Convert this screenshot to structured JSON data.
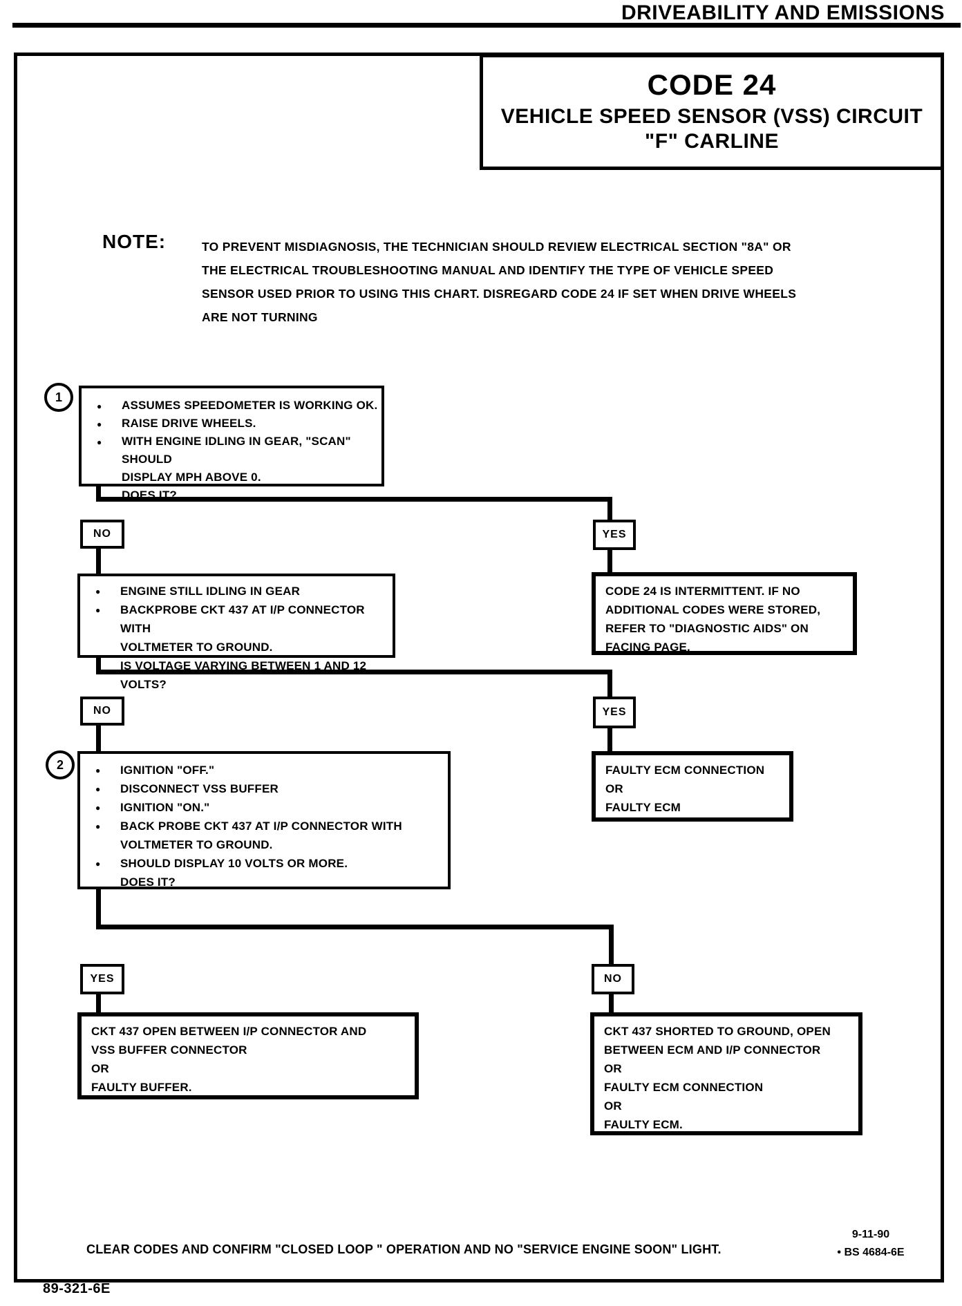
{
  "page": {
    "header": "DRIVEABILITY AND EMISSIONS",
    "page_code": "89-321-6E"
  },
  "title_box": {
    "code": "CODE 24",
    "line1": "VEHICLE SPEED SENSOR (VSS) CIRCUIT",
    "line2": "\"F\"  CARLINE"
  },
  "note": {
    "label": "NOTE:",
    "lines": [
      "TO PREVENT MISDIAGNOSIS, THE TECHNICIAN SHOULD REVIEW ELECTRICAL SECTION \"8A\" OR",
      "THE ELECTRICAL TROUBLESHOOTING MANUAL AND IDENTIFY THE TYPE OF VEHICLE SPEED",
      "SENSOR USED PRIOR TO USING THIS CHART.  DISREGARD CODE 24 IF SET WHEN DRIVE WHEELS",
      "ARE NOT TURNING"
    ]
  },
  "flow": {
    "step1": {
      "number": "1",
      "lines": [
        {
          "bullet": true,
          "text": "ASSUMES SPEEDOMETER IS WORKING OK."
        },
        {
          "bullet": true,
          "text": "RAISE DRIVE WHEELS."
        },
        {
          "bullet": true,
          "text": "WITH ENGINE IDLING IN GEAR, \"SCAN\" SHOULD"
        },
        {
          "bullet": false,
          "text": "DISPLAY MPH ABOVE 0."
        },
        {
          "bullet": false,
          "text": "DOES IT?"
        }
      ]
    },
    "branch1": {
      "left": "NO",
      "right": "YES"
    },
    "step1b": {
      "lines": [
        {
          "bullet": true,
          "text": "ENGINE STILL IDLING IN GEAR"
        },
        {
          "bullet": true,
          "text": "BACKPROBE CKT 437 AT I/P CONNECTOR WITH"
        },
        {
          "bullet": false,
          "text": "VOLTMETER TO GROUND."
        },
        {
          "bullet": true,
          "text": "IS VOLTAGE VARYING BETWEEN 1 AND 12  VOLTS?"
        }
      ]
    },
    "intermittent": {
      "lines": [
        "CODE 24 IS INTERMITTENT.  IF NO",
        "ADDITIONAL CODES WERE STORED,",
        "REFER TO \"DIAGNOSTIC AIDS\" ON",
        "FACING PAGE."
      ]
    },
    "branch2": {
      "left": "NO",
      "right": "YES"
    },
    "step2": {
      "number": "2",
      "lines": [
        {
          "bullet": true,
          "text": "IGNITION \"OFF.\""
        },
        {
          "bullet": true,
          "text": "DISCONNECT VSS BUFFER"
        },
        {
          "bullet": true,
          "text": "IGNITION \"ON.\""
        },
        {
          "bullet": true,
          "text": "BACK PROBE CKT 437 AT I/P CONNECTOR WITH"
        },
        {
          "bullet": false,
          "text": "VOLTMETER TO GROUND."
        },
        {
          "bullet": true,
          "text": "SHOULD DISPLAY 10 VOLTS OR MORE."
        },
        {
          "bullet": false,
          "text": "DOES IT?"
        }
      ]
    },
    "faulty_ecm": {
      "lines": [
        "FAULTY ECM CONNECTION",
        "OR",
        "FAULTY ECM"
      ]
    },
    "branch3": {
      "left": "YES",
      "right": "NO"
    },
    "result_left": {
      "lines": [
        "CKT 437 OPEN BETWEEN I/P CONNECTOR AND",
        "VSS BUFFER CONNECTOR",
        "OR",
        "FAULTY BUFFER."
      ]
    },
    "result_right": {
      "lines": [
        "CKT 437 SHORTED TO GROUND, OPEN",
        "BETWEEN ECM AND I/P CONNECTOR",
        "OR",
        "FAULTY ECM CONNECTION",
        "OR",
        "FAULTY ECM."
      ]
    }
  },
  "footer": {
    "instruction": "CLEAR CODES AND CONFIRM \"CLOSED LOOP \" OPERATION AND NO \"SERVICE ENGINE SOON\" LIGHT.",
    "date": "9-11-90",
    "doc_ref": "• BS 4684-6E"
  }
}
